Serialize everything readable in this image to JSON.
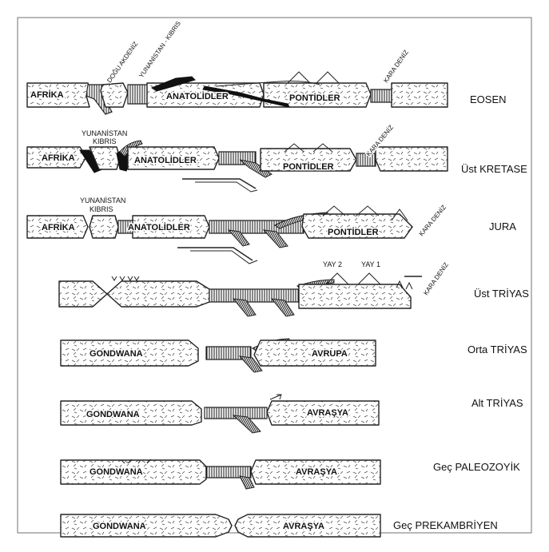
{
  "eras": {
    "eosen": "EOSEN",
    "ust_kretase": "Üst  KRETASE",
    "jura": "JURA",
    "ust_triyas": "Üst  TRİYAS",
    "orta_triyas": "Orta  TRİYAS",
    "alt_triyas": "Alt  TRİYAS",
    "gec_paleozoyik": "Geç  PALEOZOYİK",
    "gec_prekambriyen": "Geç  PREKAMBRİYEN"
  },
  "eosen": {
    "afrika": "AFRİKA",
    "dogu_akdeniz": "DOĞU AKDENİZ",
    "yunanistan_kibris": "YUNANİSTAN - KIBRIS",
    "anatolidler": "ANATOLİDLER",
    "pontidler": "PONTİDLER",
    "kara_deniz": "KARA DENİZ"
  },
  "ust_kretase": {
    "yunanistan": "YUNANİSTAN",
    "kibris": "KIBRIS",
    "afrika": "AFRİKA",
    "anatolidler": "ANATOLİDLER",
    "pontidler": "PONTİDLER",
    "kara_deniz": "KARA DENİZ"
  },
  "jura": {
    "yunanistan": "YUNANİSTAN",
    "kibris": "KIBRIS",
    "afrika": "AFRİKA",
    "anatolidler": "ANATOLİDLER",
    "pontidler": "PONTİDLER",
    "kara_deniz": "KARA DENİZ"
  },
  "ust_triyas": {
    "yay2": "YAY 2",
    "yay1": "YAY 1",
    "kara_deniz": "KARA DENİZ"
  },
  "orta_triyas": {
    "gondwana": "GONDWANA",
    "avrupa": "AVRUPA"
  },
  "alt_triyas": {
    "gondwana": "GONDWANA",
    "avrasya": "AVRAŞYA"
  },
  "gec_paleozoyik": {
    "gondwana": "GONDWANA",
    "avrasya": "AVRAŞYA"
  },
  "gec_prekambriyen": {
    "gondwana": "GONDWANA",
    "avrasya": "AVRAŞYA"
  }
}
